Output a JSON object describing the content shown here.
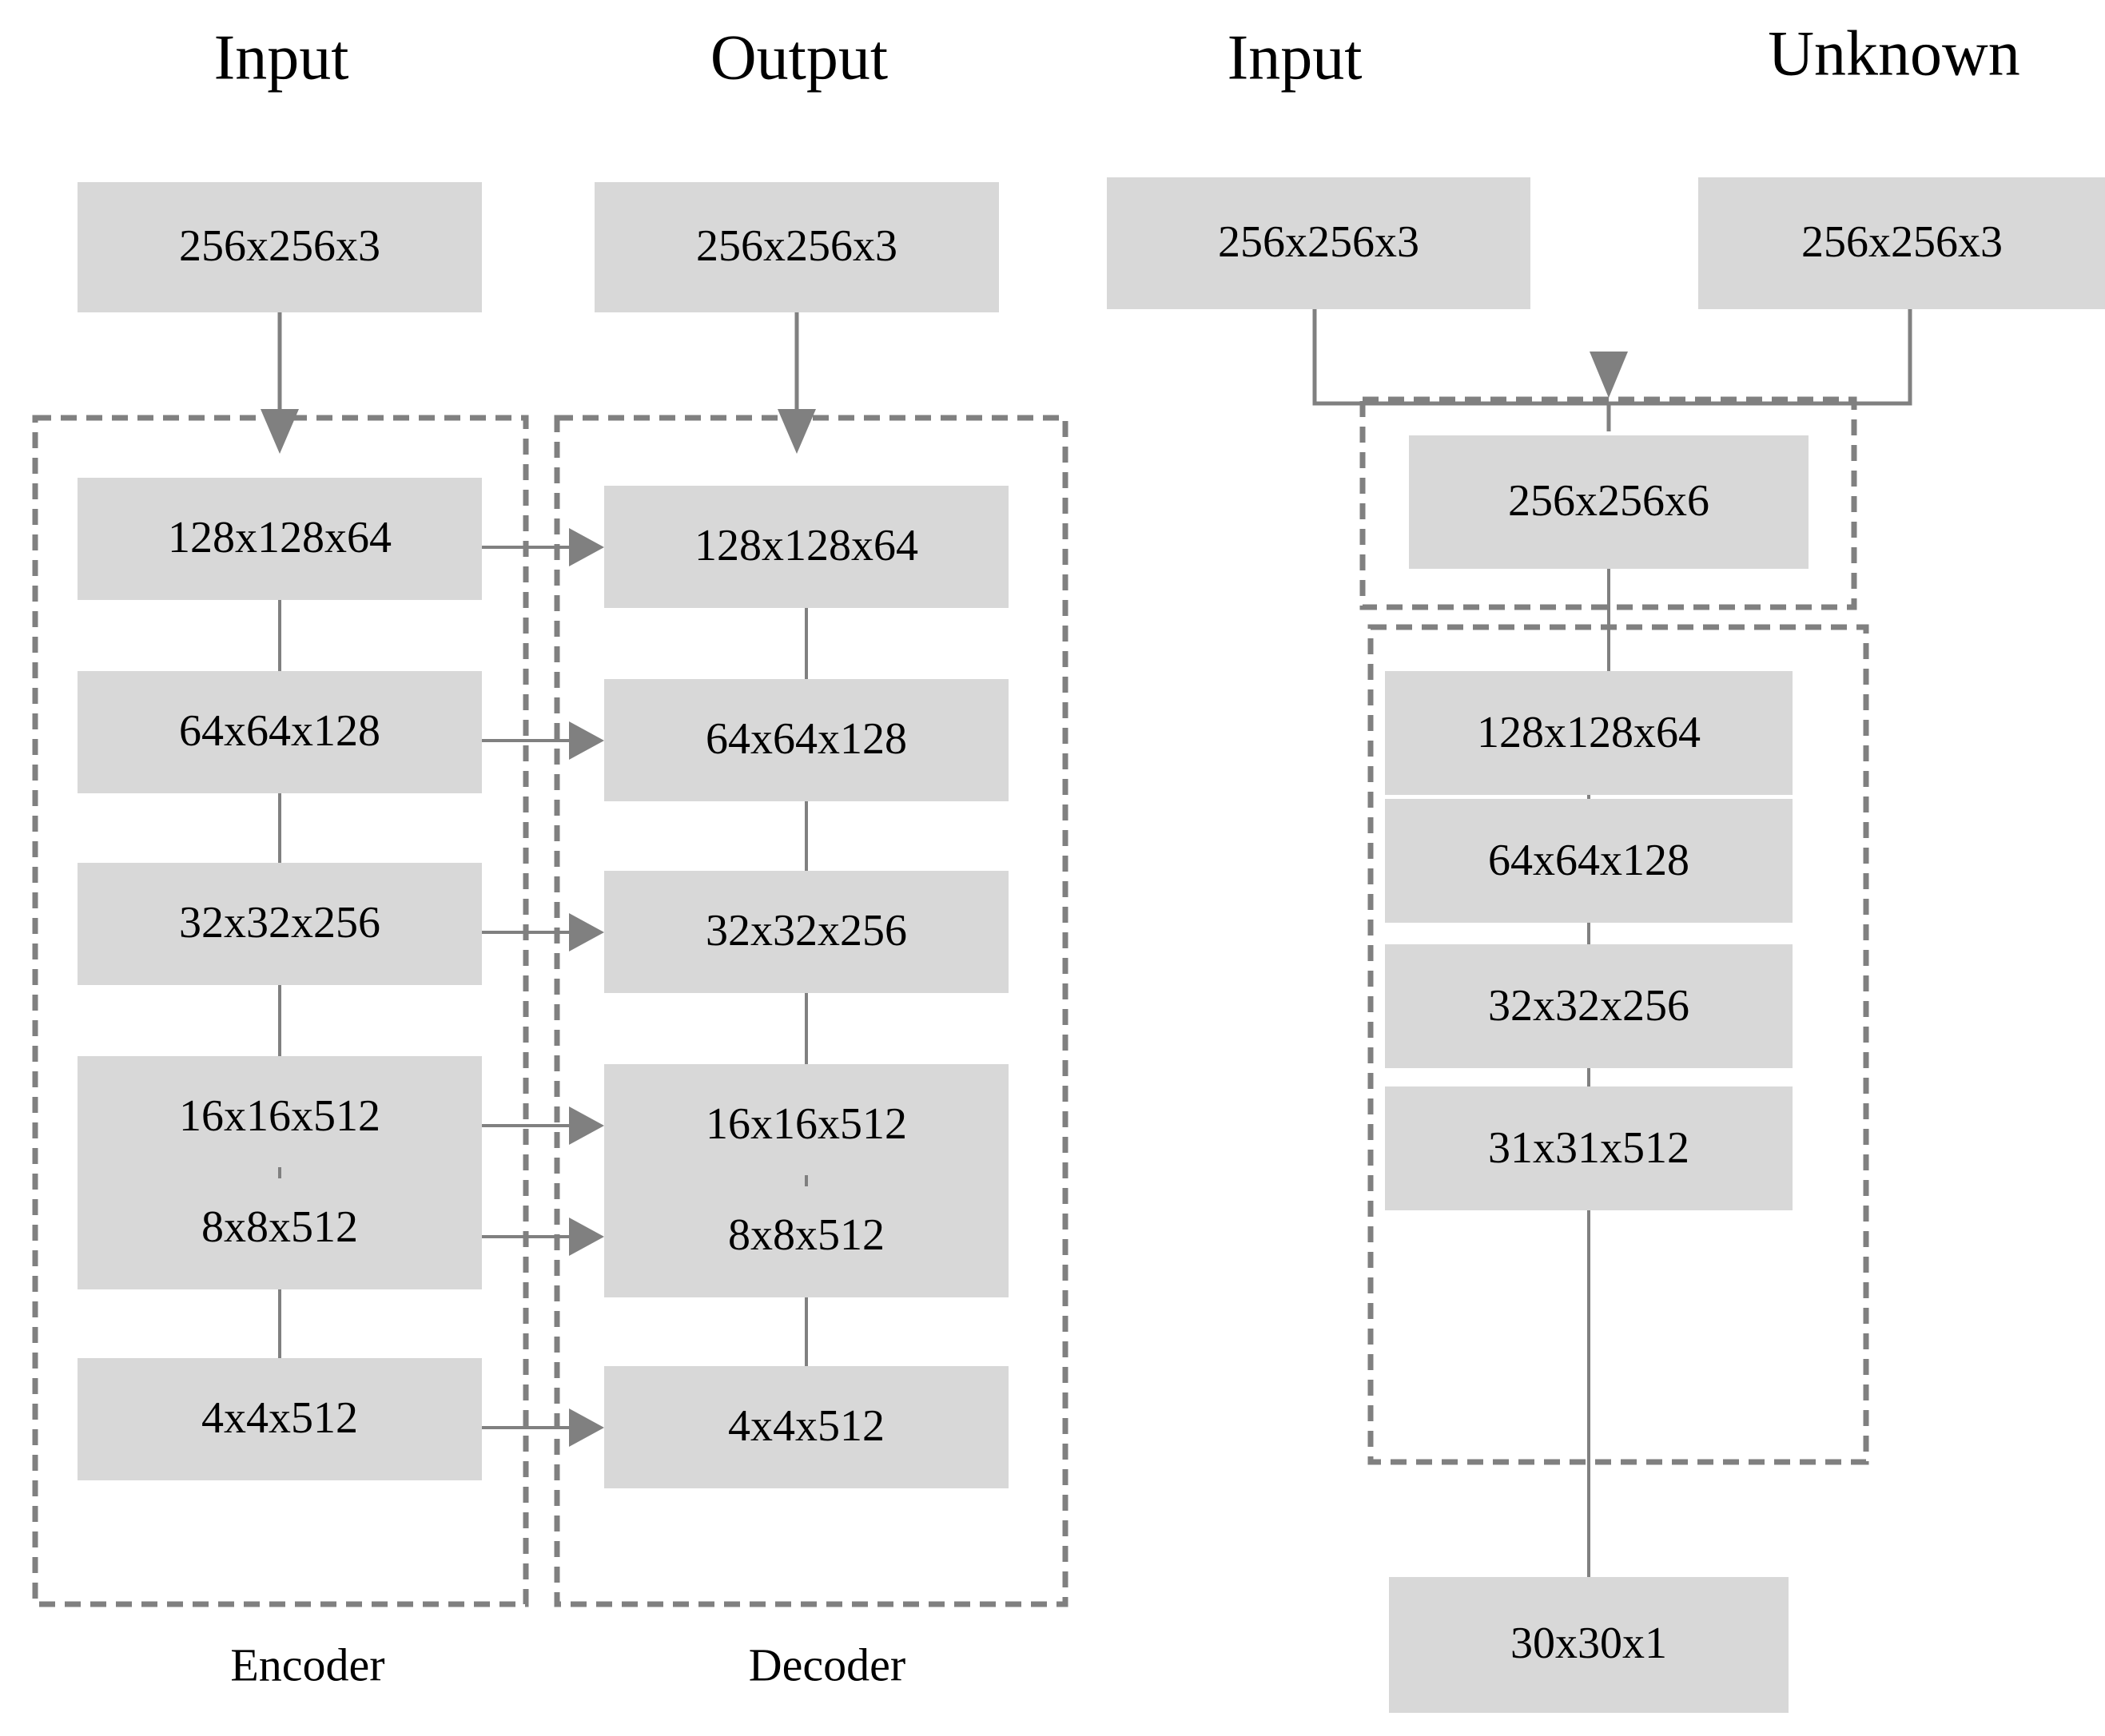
{
  "titles": {
    "encoder_input": "Input",
    "decoder_output": "Output",
    "disc_input": "Input",
    "disc_unknown": "Unknown"
  },
  "captions": {
    "encoder": "Encoder",
    "decoder": "Decoder"
  },
  "colors": {
    "box_fill": "#d8d8d8",
    "line": "#808080",
    "text": "#000000",
    "background": "#ffffff"
  },
  "generator": {
    "input_box": "256x256x3",
    "output_box": "256x256x3",
    "encoder_layers": [
      "128x128x64",
      "64x64x128",
      "32x32x256",
      "16x16x512",
      "8x8x512",
      "4x4x512"
    ],
    "decoder_layers": [
      "128x128x64",
      "64x64x128",
      "32x32x256",
      "16x16x512",
      "8x8x512",
      "4x4x512"
    ],
    "skip_connection_count": 6
  },
  "discriminator": {
    "input_box": "256x256x3",
    "unknown_box": "256x256x3",
    "concat_box": "256x256x6",
    "conv_layers": [
      "128x128x64",
      "64x64x128",
      "32x32x256",
      "31x31x512"
    ],
    "output_box": "30x30x1"
  }
}
